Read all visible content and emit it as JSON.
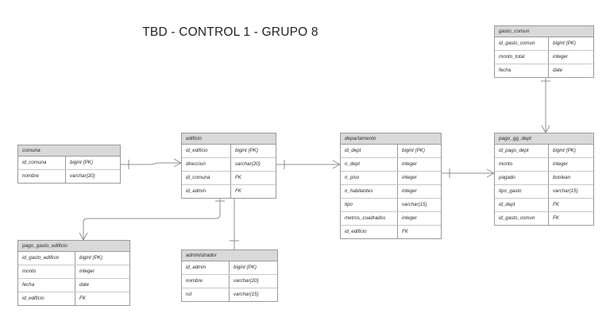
{
  "diagram": {
    "title": "TBD - CONTROL 1 - GRUPO 8",
    "style": {
      "header_fill": "#d9d9d9",
      "body_fill": "#ffffff",
      "border": "#9a9a9a",
      "line": "#999999",
      "text": "#2a2a2a"
    },
    "tables": [
      {
        "key": "gasto_comun",
        "name": "gasto_comun",
        "columns": [
          {
            "name": "id_gasto_comun",
            "type": "bigint (PK)"
          },
          {
            "name": "monto_total",
            "type": "integer"
          },
          {
            "name": "fecha",
            "type": "date"
          }
        ]
      },
      {
        "key": "comuna",
        "name": "comuna",
        "columns": [
          {
            "name": "id_comuna",
            "type": "bigint (PK)"
          },
          {
            "name": "nombre",
            "type": "varchar(20)"
          }
        ]
      },
      {
        "key": "edificio",
        "name": "edificio",
        "columns": [
          {
            "name": "id_edificio",
            "type": "bigint (PK)"
          },
          {
            "name": "direccion",
            "type": "varchar(20)"
          },
          {
            "name": "id_comuna",
            "type": "FK"
          },
          {
            "name": "id_admin",
            "type": "FK"
          }
        ]
      },
      {
        "key": "departamento",
        "name": "departamento",
        "columns": [
          {
            "name": "id_dept",
            "type": "bigint (PK)"
          },
          {
            "name": "n_dept",
            "type": "integer"
          },
          {
            "name": "n_piso",
            "type": "integer"
          },
          {
            "name": "n_habitantes",
            "type": "integer"
          },
          {
            "name": "tipo",
            "type": "varchar(15)"
          },
          {
            "name": "metros_cuadrados",
            "type": "integer"
          },
          {
            "name": "id_edificio",
            "type": "FK"
          }
        ]
      },
      {
        "key": "pago_gg_dept",
        "name": "pago_gg_dept",
        "columns": [
          {
            "name": "id_pago_dept",
            "type": "bigint (PK)"
          },
          {
            "name": "monto",
            "type": "integer"
          },
          {
            "name": "pagado",
            "type": "boolean"
          },
          {
            "name": "tipo_gasto",
            "type": "varchar(15)"
          },
          {
            "name": "id_dept",
            "type": "FK"
          },
          {
            "name": "id_gasto_comun",
            "type": "FK"
          }
        ]
      },
      {
        "key": "pago_gasto_edificio",
        "name": "pago_gasto_edificio",
        "columns": [
          {
            "name": "id_gasto_edificio",
            "type": "bigint (PK)"
          },
          {
            "name": "monto",
            "type": "integer"
          },
          {
            "name": "fecha",
            "type": "date"
          },
          {
            "name": "id_edificio",
            "type": "FK"
          }
        ]
      },
      {
        "key": "administrador",
        "name": "administrador",
        "columns": [
          {
            "name": "id_admin",
            "type": "bigint (PK)"
          },
          {
            "name": "nombre",
            "type": "varchar(20)"
          },
          {
            "name": "rut",
            "type": "varchar(15)"
          }
        ]
      }
    ],
    "relationships": [
      {
        "from": "comuna",
        "to": "edificio",
        "from_cardinality": "one",
        "to_cardinality": "many"
      },
      {
        "from": "edificio",
        "to": "departamento",
        "from_cardinality": "one",
        "to_cardinality": "many"
      },
      {
        "from": "departamento",
        "to": "pago_gg_dept",
        "from_cardinality": "one",
        "to_cardinality": "many"
      },
      {
        "from": "gasto_comun",
        "to": "pago_gg_dept",
        "from_cardinality": "one",
        "to_cardinality": "many"
      },
      {
        "from": "edificio",
        "to": "pago_gasto_edificio",
        "from_cardinality": "one",
        "to_cardinality": "many"
      },
      {
        "from": "administrador",
        "to": "edificio",
        "from_cardinality": "one",
        "to_cardinality": "many"
      }
    ]
  }
}
